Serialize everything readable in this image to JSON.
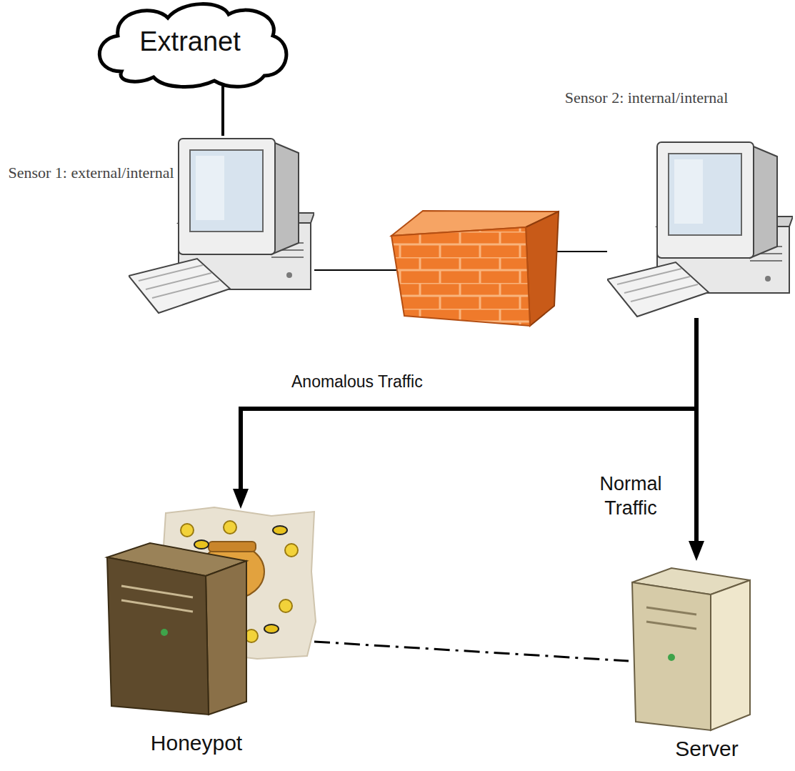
{
  "diagram": {
    "nodes": [
      {
        "text": [
          "Extranet"
        ]
      },
      {
        "text": [
          "Sensor 1: external/internal"
        ]
      },
      {
        "text": [
          "Sensor 2: internal/internal"
        ]
      },
      {
        "text": [
          "Honeypot"
        ]
      },
      {
        "text": [
          "Server"
        ]
      }
    ],
    "edges": [
      {
        "from": 0,
        "to": 1,
        "arrow": "none"
      },
      {
        "from": 1,
        "to": 2,
        "arrow": "none"
      },
      {
        "from": 2,
        "to": 3,
        "label": "Anomalous Traffic",
        "arrow": "to"
      },
      {
        "from": 2,
        "to": 4,
        "label": "Normal Traffic",
        "arrow": "to"
      },
      {
        "from": 3,
        "to": 4,
        "arrow": "none"
      }
    ]
  }
}
